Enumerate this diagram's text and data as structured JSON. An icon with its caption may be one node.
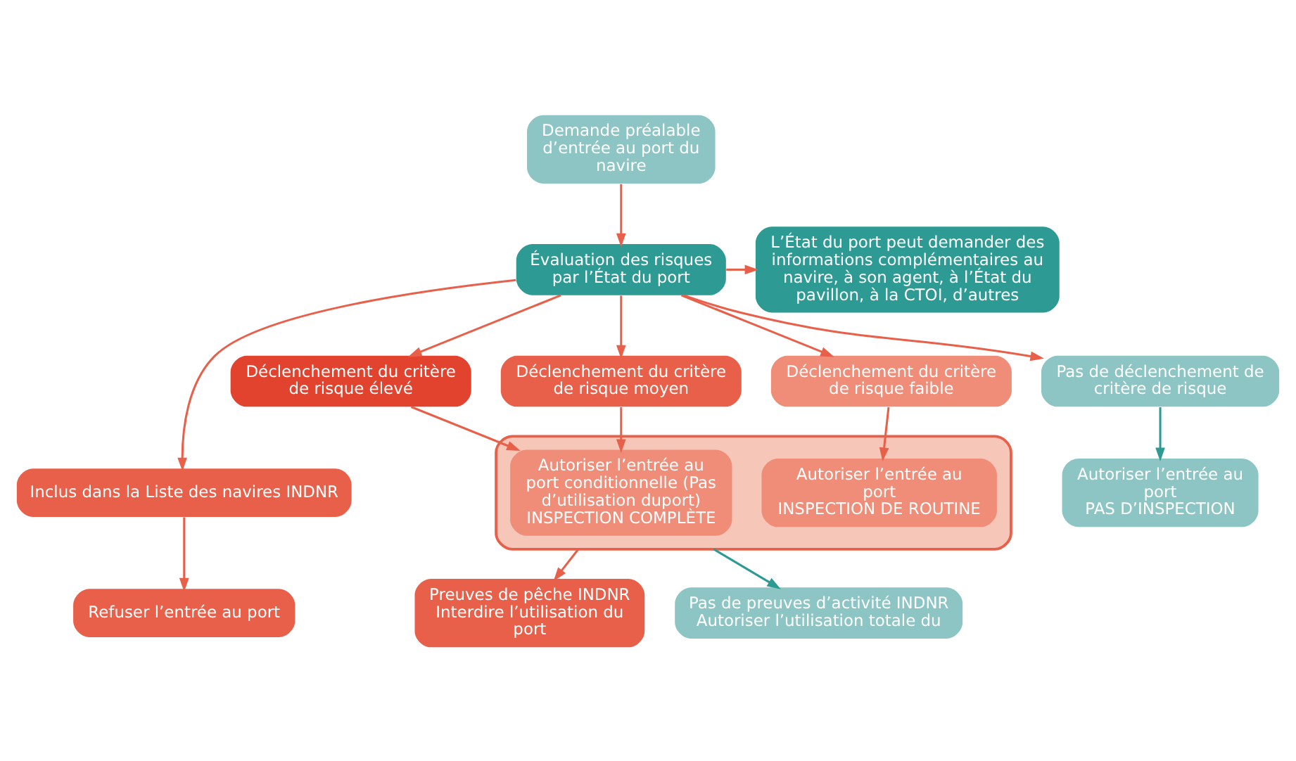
{
  "diagram": {
    "nodes": [
      {
        "text": [
          "Demande préalable d’entrée au port du navire"
        ]
      },
      {
        "text": [
          "Évaluation des risques par l’État du port"
        ]
      },
      {
        "text": [
          "L’État du port peut demander des informations complémentaires au navire, à son agent, à l’État du pavillon, à la CTOI, d’autres"
        ]
      },
      {
        "text": [
          "Inclus dans la Liste des navires INDNR"
        ]
      },
      {
        "text": [
          "Déclenchement du critère de risque élevé"
        ]
      },
      {
        "text": [
          "Déclenchement du critère de risque moyen"
        ]
      },
      {
        "text": [
          "Déclenchement du critère de risque faible"
        ]
      },
      {
        "text": [
          "Pas de déclenchement de critère de risque"
        ]
      },
      {
        "text": [],
        "shape": "box"
      },
      {
        "text": [
          "Autoriser l’entrée au port conditionnelle (Pas d’utilisation duport)",
          "INSPECTION COMPLÈTE"
        ],
        "in": 8
      },
      {
        "text": [
          "Autoriser l’entrée au port",
          "INSPECTION DE ROUTINE"
        ],
        "in": 8
      },
      {
        "text": [
          "Autoriser l’entrée au port",
          "PAS D’INSPECTION"
        ]
      },
      {
        "text": [
          "Refuser l’entrée au port"
        ]
      },
      {
        "text": [
          "Preuves de pêche INDNR Interdire l’utilisation du port"
        ]
      },
      {
        "text": [
          "Pas de preuves d’activité INDNR Autoriser l’utilisation totale du"
        ]
      }
    ],
    "edges": [
      {
        "from": 0,
        "to": 1,
        "arrow": "to"
      },
      {
        "from": 1,
        "to": 2,
        "arrow": "to"
      },
      {
        "from": 1,
        "to": 3,
        "arrow": "to"
      },
      {
        "from": 1,
        "to": 4,
        "arrow": "to"
      },
      {
        "from": 1,
        "to": 5,
        "arrow": "to"
      },
      {
        "from": 1,
        "to": 6,
        "arrow": "to"
      },
      {
        "from": 1,
        "to": 7,
        "arrow": "to"
      },
      {
        "from": 3,
        "to": 12,
        "arrow": "to"
      },
      {
        "from": 4,
        "to": 9,
        "arrow": "to"
      },
      {
        "from": 5,
        "to": 9,
        "arrow": "to"
      },
      {
        "from": 6,
        "to": 10,
        "arrow": "to"
      },
      {
        "from": 7,
        "to": 11,
        "arrow": "to",
        "color": "#2e9a94"
      },
      {
        "from": 8,
        "to": 13,
        "arrow": "to"
      },
      {
        "from": 8,
        "to": 14,
        "arrow": "to",
        "color": "#2e9a94"
      }
    ]
  }
}
